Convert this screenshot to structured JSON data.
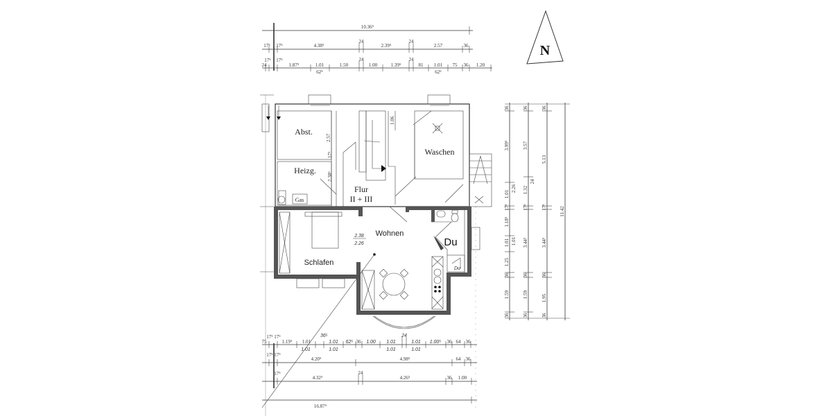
{
  "plan": {
    "north_label": "N",
    "rooms": {
      "abst": "Abst.",
      "heizg": "Heizg.",
      "gas": "Gas",
      "flur_line1": "Flur",
      "flur_line2": "II + III",
      "waschen": "Waschen",
      "wohnen": "Wohnen",
      "schlafen": "Schlafen",
      "du": "Du"
    },
    "room_height_upper": "2.38",
    "room_height_lower": "2.26",
    "shower_label": "Du",
    "interior_dims": {
      "abst_height": "2.57",
      "heizg_height": "2.38⁵",
      "heizg_gap": "17⁵",
      "stair_dim": "1.06"
    },
    "top_dims": {
      "row1": [
        "10.36⁵"
      ],
      "row2": [
        "17⁵",
        "17⁵",
        "4.38⁵",
        "24",
        "2.39⁵",
        "24",
        "2.57",
        "36"
      ],
      "row3": [
        "24",
        "17⁵",
        "17⁵",
        "1.87⁵",
        "1.01",
        "1.50",
        "24",
        "1.00",
        "1.39⁵",
        "24",
        "81",
        "1.01",
        "75",
        "36",
        "1.20"
      ],
      "row3_sub": [
        "62⁵",
        "62⁵"
      ]
    },
    "right_dims": {
      "col1": [
        "36",
        "3.99⁵",
        "1.01",
        "17⁵",
        "1.18⁵",
        "1.01",
        "1.25",
        "36",
        "1.59",
        "36"
      ],
      "col1_sub": [
        "2.26",
        "1.01"
      ],
      "col2": [
        "36",
        "3.57",
        "1.32",
        "24",
        "17⁵",
        "3.44⁵",
        "36",
        "1.59",
        "36"
      ],
      "col3": [
        "36",
        "5.13",
        "17⁵",
        "3.44⁵",
        "36",
        "1.95",
        "36"
      ],
      "col4": [
        "11.42"
      ]
    },
    "bottom_dims": {
      "diag_label": "36⁵",
      "row1": [
        "75",
        "17⁵",
        "17⁵",
        "1.19⁵",
        "1.01",
        "1.01",
        "62⁵",
        "36",
        "1.00",
        "1.01",
        "24",
        "1.01",
        "1.00⁵",
        "36",
        "64",
        "36"
      ],
      "row1_sub": [
        "1.01",
        "1.01",
        "1.01",
        "1.01"
      ],
      "row2": [
        "17⁵",
        "17⁵",
        "4.20⁵",
        "4.98⁵",
        "64",
        "36"
      ],
      "row3": [
        "17⁵",
        "4.32⁵",
        "24",
        "4.26⁵",
        "36",
        "1.00"
      ],
      "row4": [
        "16.87⁵"
      ]
    }
  }
}
